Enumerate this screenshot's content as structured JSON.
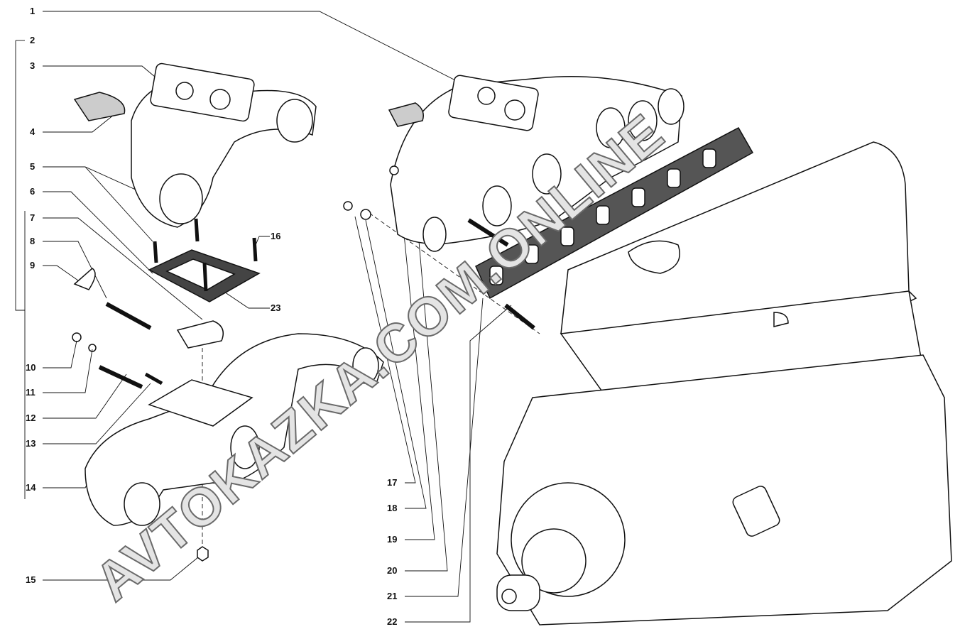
{
  "watermark": "AVTOKAZKA.COM.ONLINE",
  "callouts": [
    "1",
    "2",
    "3",
    "4",
    "5",
    "6",
    "7",
    "8",
    "9",
    "10",
    "11",
    "12",
    "13",
    "14",
    "15",
    "16",
    "17",
    "18",
    "19",
    "20",
    "21",
    "22",
    "23"
  ]
}
